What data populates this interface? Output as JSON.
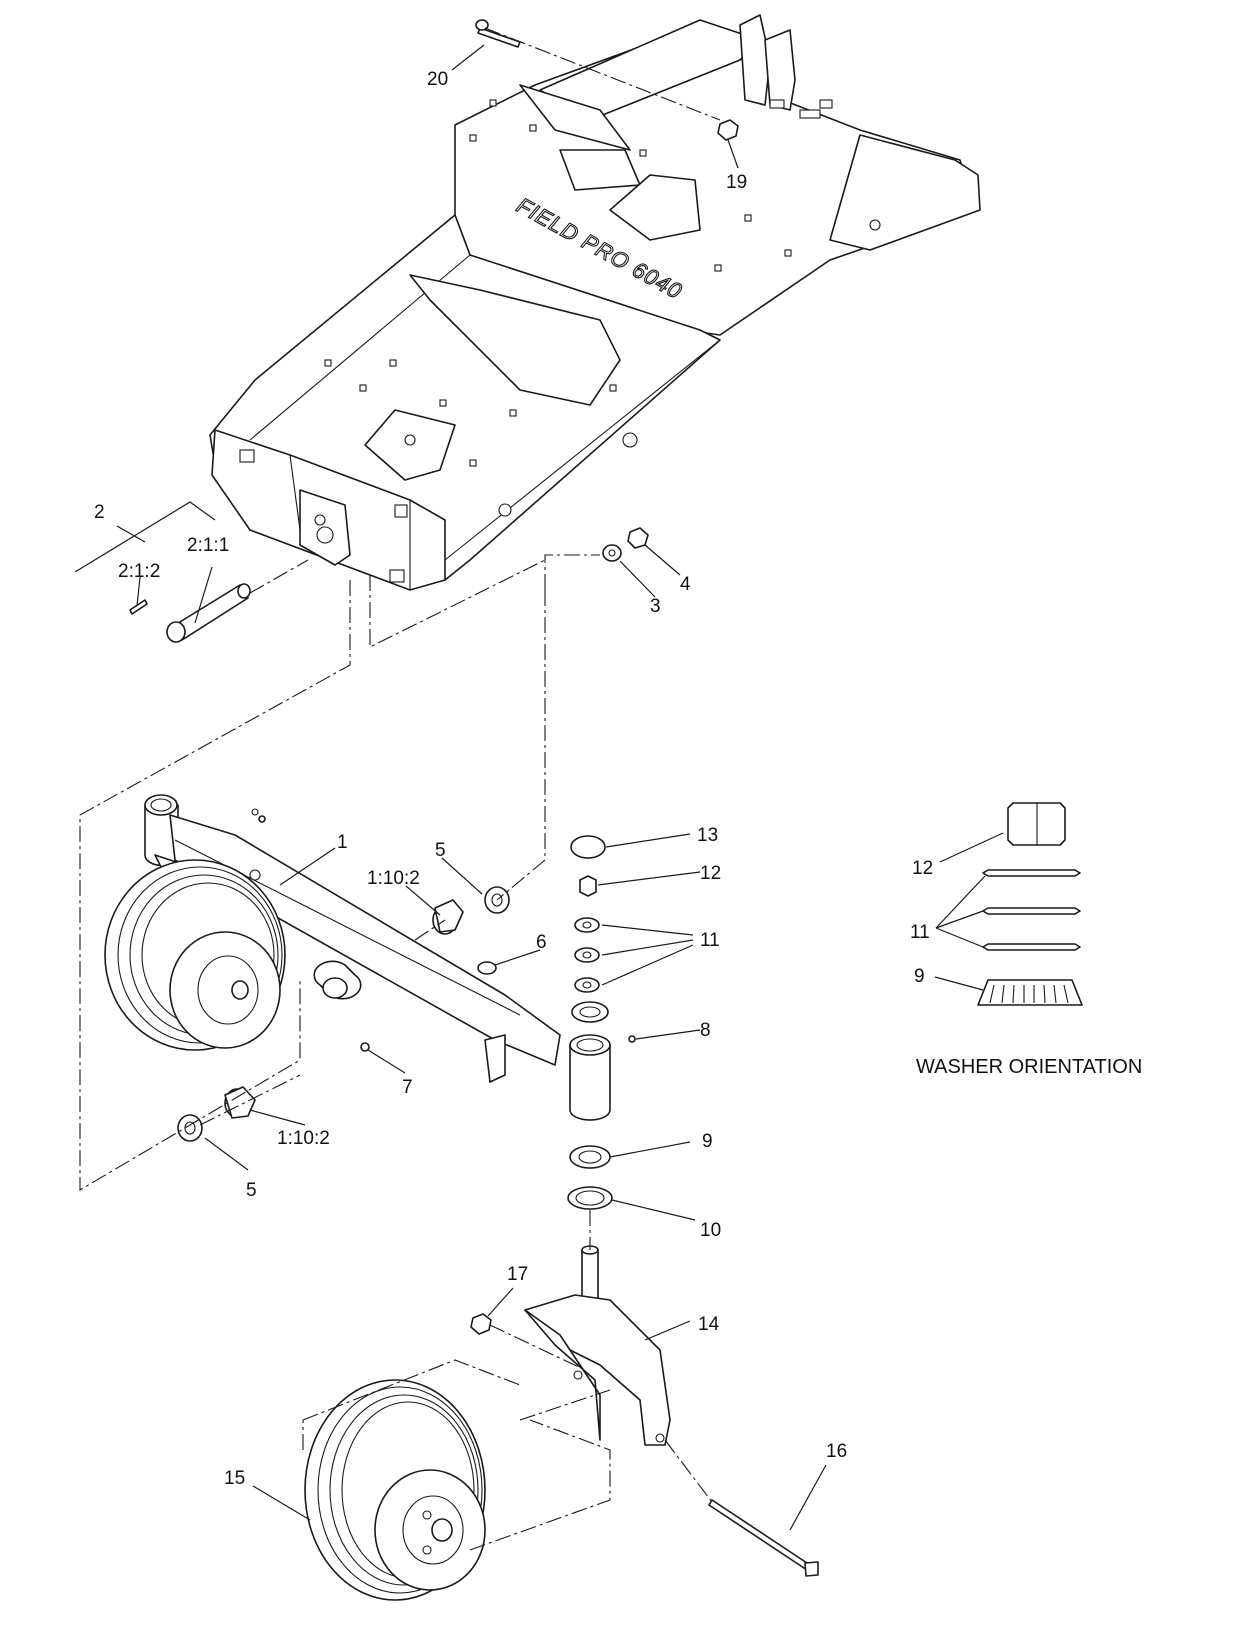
{
  "frame_brand": "FIELD PRO 6040",
  "callouts": [
    {
      "id": "c20",
      "text": "20"
    },
    {
      "id": "c19",
      "text": "19"
    },
    {
      "id": "c2",
      "text": "2"
    },
    {
      "id": "c2_1_1",
      "text": "2:1:1"
    },
    {
      "id": "c2_1_2",
      "text": "2:1:2"
    },
    {
      "id": "c4",
      "text": "4"
    },
    {
      "id": "c3",
      "text": "3"
    },
    {
      "id": "c1",
      "text": "1"
    },
    {
      "id": "c5a",
      "text": "5"
    },
    {
      "id": "c1_10_2a",
      "text": "1:10:2"
    },
    {
      "id": "c13",
      "text": "13"
    },
    {
      "id": "c12",
      "text": "12"
    },
    {
      "id": "c11",
      "text": "11"
    },
    {
      "id": "c6",
      "text": "6"
    },
    {
      "id": "c8",
      "text": "8"
    },
    {
      "id": "c7",
      "text": "7"
    },
    {
      "id": "c1_10_2b",
      "text": "1:10:2"
    },
    {
      "id": "c5b",
      "text": "5"
    },
    {
      "id": "c9",
      "text": "9"
    },
    {
      "id": "c10",
      "text": "10"
    },
    {
      "id": "c17",
      "text": "17"
    },
    {
      "id": "c14",
      "text": "14"
    },
    {
      "id": "c16",
      "text": "16"
    },
    {
      "id": "c15",
      "text": "15"
    },
    {
      "id": "w12",
      "text": "12"
    },
    {
      "id": "w11",
      "text": "11"
    },
    {
      "id": "w9",
      "text": "9"
    }
  ],
  "washer_orientation_title": "WASHER ORIENTATION"
}
